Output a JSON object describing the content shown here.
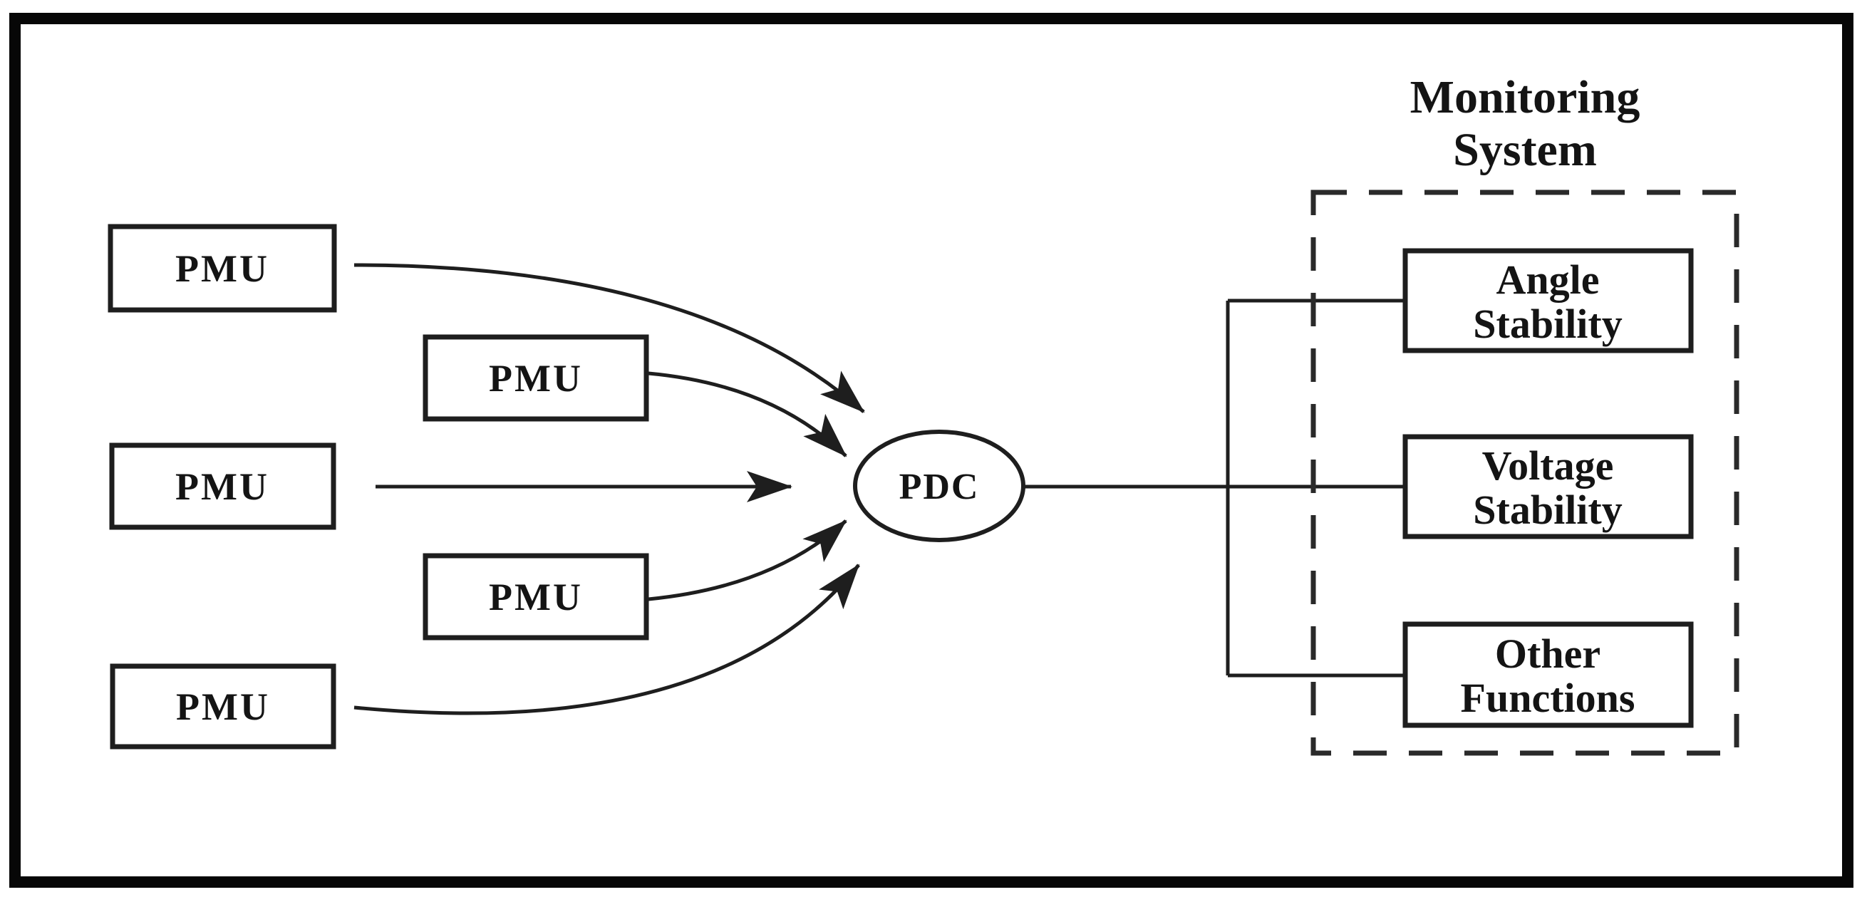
{
  "diagram": {
    "title": {
      "line1": "Monitoring",
      "line2": "System"
    },
    "pmu_nodes": [
      {
        "label": "PMU"
      },
      {
        "label": "PMU"
      },
      {
        "label": "PMU"
      },
      {
        "label": "PMU"
      },
      {
        "label": "PMU"
      }
    ],
    "hub": {
      "label": "PDC"
    },
    "functions": [
      {
        "line1": "Angle",
        "line2": "Stability"
      },
      {
        "line1": "Voltage",
        "line2": "Stability"
      },
      {
        "line1": "Other",
        "line2": "Functions"
      }
    ],
    "colors": {
      "ink": "#1e1e1e",
      "background": "#ffffff"
    }
  }
}
